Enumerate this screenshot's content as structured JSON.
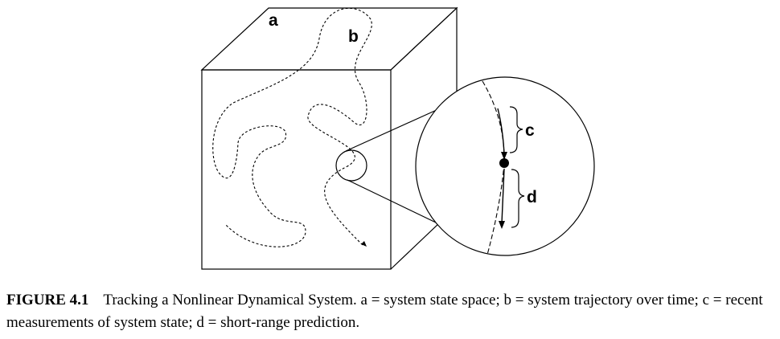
{
  "figure": {
    "labels": {
      "a": "a",
      "b": "b",
      "c": "c",
      "d": "d"
    }
  },
  "caption": {
    "number": "FIGURE 4.1",
    "text": "Tracking a Nonlinear Dynamical System. a = system state space; b = system trajectory over time; c = recent measurements of system state; d = short-range prediction."
  }
}
